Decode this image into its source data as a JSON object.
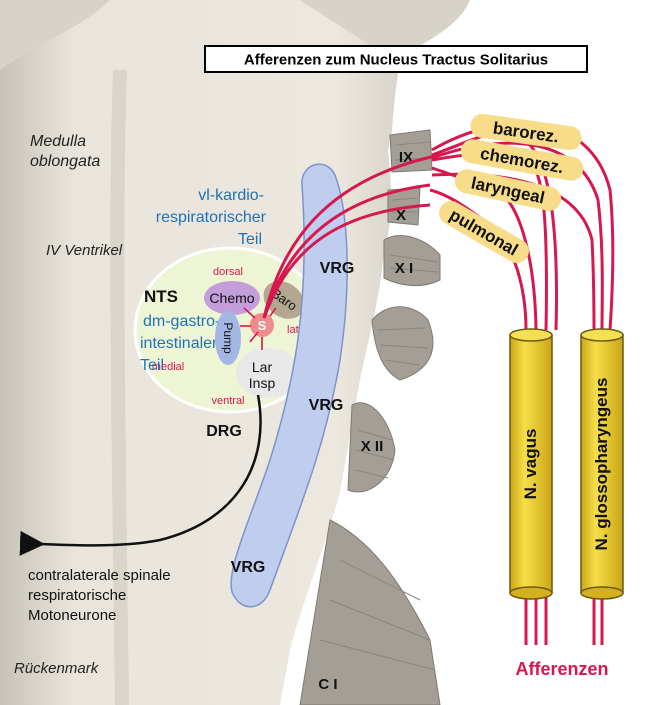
{
  "title": "Afferenzen zum Nucleus Tractus Solitarius",
  "labels": {
    "medulla_line1": "Medulla",
    "medulla_line2": "oblongata",
    "ventricle": "IV Ventrikel",
    "vl_line1": "vl-kardio-",
    "vl_line2": "respiratorischer",
    "vl_line3": "Teil",
    "dm_line1": "dm-gastro-",
    "dm_line2": "intestinaler",
    "dm_line3": "Teil",
    "nts": "NTS",
    "dorsal": "dorsal",
    "medial": "medial",
    "lateral": "lateral",
    "ventral": "ventral",
    "chemo": "Chemo",
    "baro": "Baro",
    "pump": "Pump",
    "lar": "Lar",
    "insp": "Insp",
    "center": "S",
    "drg": "DRG",
    "vrg": "VRG",
    "target_line1": "contralaterale spinale",
    "target_line2": "respiratorische",
    "target_line3": "Motoneurone",
    "spinal": "Rückenmark",
    "afferents": "Afferenzen"
  },
  "nerve_roots": {
    "ix": "IX",
    "x": "X",
    "xi": "X I",
    "xii": "X II",
    "ci": "C I"
  },
  "receptor_tags": {
    "barorez": "barorez.",
    "chemorez": "chemorez.",
    "laryngeal": "laryngeal",
    "pulmonal": "pulmonal"
  },
  "nerves": {
    "vagus": "N. vagus",
    "glosso": "N. glossopharyngeus"
  },
  "colors": {
    "tissue": "#e9e5dc",
    "tissue_dark": "#b7b2a9",
    "nts_fill": "#eef5d5",
    "vrg_fill": "#bfcdee",
    "vrg_stroke": "#7f93c8",
    "afferent": "#d6184f",
    "nerve_fill": "#f2d12c",
    "tag_fill": "#f7dc8a",
    "blue_text": "#1f72b8",
    "red_text": "#d6184f",
    "chemo": "#c49ddb",
    "baro": "#b3a791",
    "pump": "#a4b6e4",
    "lar": "#e8e8e8",
    "center": "#f08b8b"
  }
}
